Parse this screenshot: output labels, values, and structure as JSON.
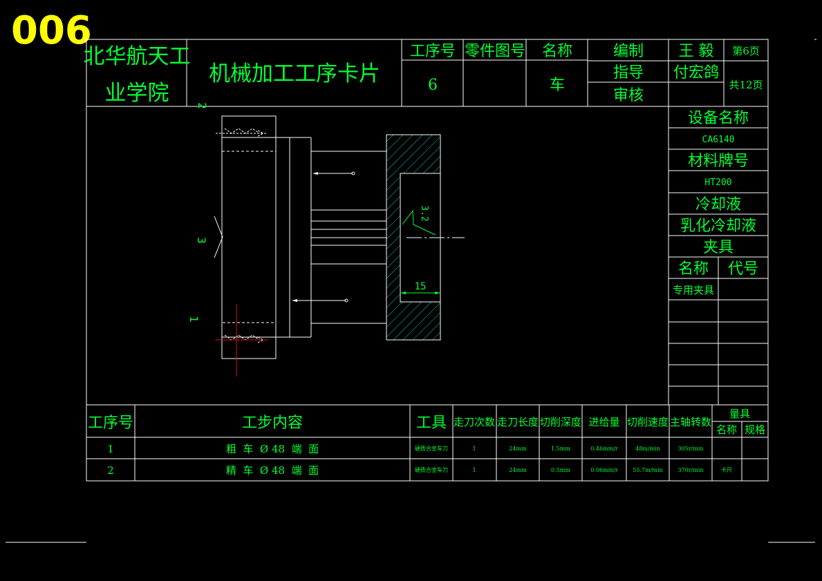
{
  "sheet_number": "006",
  "header": {
    "school_line1": "北华航天工",
    "school_line2": "业学院",
    "card_title": "机械加工工序卡片",
    "process_no_label": "工序号",
    "process_no_value": "6",
    "part_drawing_label": "零件图号",
    "part_drawing_value": "",
    "name_label": "名称",
    "name_value": "车",
    "compile_label": "编制",
    "compile_value": "王 毅",
    "guide_label": "指导",
    "guide_value": "付宏鸽",
    "review_label": "审核",
    "review_value": "",
    "page_label": "第6页",
    "total_label": "共12页"
  },
  "side": {
    "equipment_label": "设备名称",
    "equipment_value": "CA6140",
    "material_label": "材料牌号",
    "material_value": "HT200",
    "coolant_label": "冷却液",
    "coolant_value": "乳化冷却液",
    "fixture_label": "夹具",
    "fixture_name_label": "名称",
    "fixture_code_label": "代号",
    "fixture_name_value": "专用夹具"
  },
  "drawing": {
    "dim_15": "15",
    "roughness": "3.2",
    "label_1": "1",
    "label_2": "2",
    "label_3": "3"
  },
  "steps_table": {
    "headers": {
      "no": "工序号",
      "content": "工步内容",
      "tool": "工具",
      "passes": "走刀次数",
      "length": "走刀长度",
      "depth": "切削深度",
      "feed": "进给量",
      "speed": "切削速度",
      "spindle": "主轴转数",
      "gauge": "量具",
      "gauge_name": "名称",
      "gauge_spec": "规格"
    },
    "rows": [
      {
        "no": "1",
        "content": "粗  车  Ø 48  端  面",
        "tool": "硬质合金车刀",
        "passes": "1",
        "length": "24mm",
        "depth": "1.5mm",
        "feed": "0.46mm/r",
        "speed": "48m/min",
        "spindle": "305r/min",
        "gauge_name": "",
        "gauge_spec": ""
      },
      {
        "no": "2",
        "content": "精  车  Ø 48  端  面",
        "tool": "硬质合金车刀",
        "passes": "1",
        "length": "24mm",
        "depth": "0.5mm",
        "feed": "0.06mm/r",
        "speed": "55.7m/min",
        "spindle": "370r/min",
        "gauge_name": "卡尺",
        "gauge_spec": ""
      }
    ]
  },
  "colors": {
    "text_green": "#00ff33",
    "sheet_number_yellow": "#ffff00",
    "hatch_cyan": "#00cccc",
    "centerline_red": "#dd1111",
    "line_white": "#ffffff"
  }
}
